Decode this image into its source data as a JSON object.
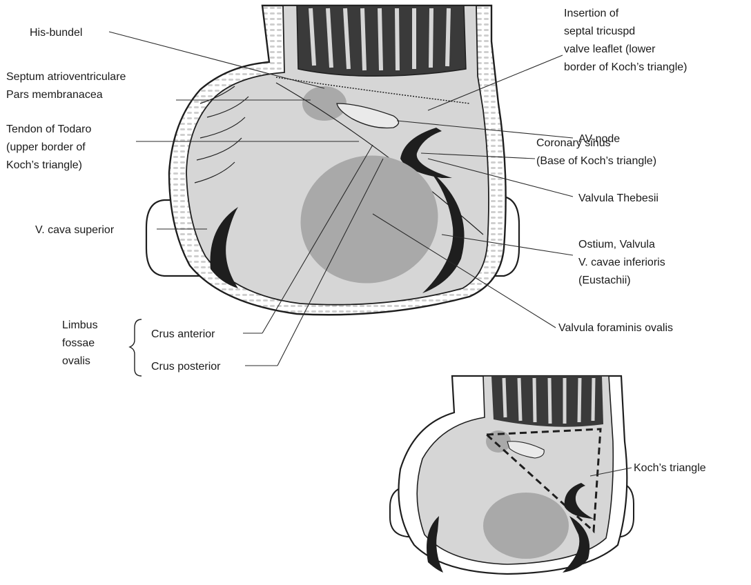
{
  "labels": {
    "his_bundel": "His-bundel",
    "septum_line1": "Septum atrioventriculare",
    "septum_line2": "Pars membranacea",
    "todaro_line1": "Tendon of Todaro",
    "todaro_line2": "(upper border of",
    "todaro_line3": "Koch’s triangle)",
    "vcava_superior": "V. cava superior",
    "limbus_line1": "Limbus",
    "limbus_line2": "fossae",
    "limbus_line3": "ovalis",
    "crus_anterior": "Crus anterior",
    "crus_posterior": "Crus posterior",
    "insertion_line1": "Insertion of",
    "insertion_line2": "septal tricuspd",
    "insertion_line3": "valve leaflet (lower",
    "insertion_line4": "border of Koch’s triangle)",
    "av_node": "AV-node",
    "coronary_line1": "Coronary sinus",
    "coronary_line2": "(Base of Koch’s triangle)",
    "thebesii": "Valvula Thebesii",
    "ostium_line1": "Ostium, Valvula",
    "ostium_line2": "V. cavae inferioris",
    "ostium_line3": "(Eustachii)",
    "foraminis": "Valvula foraminis ovalis",
    "koch_triangle": "Koch’s triangle"
  },
  "colors": {
    "tissue": "#d6d6d6",
    "fossa": "#a9a9a9",
    "outline": "#1e1e1e",
    "wall": "#ffffff",
    "background": "#ffffff"
  }
}
